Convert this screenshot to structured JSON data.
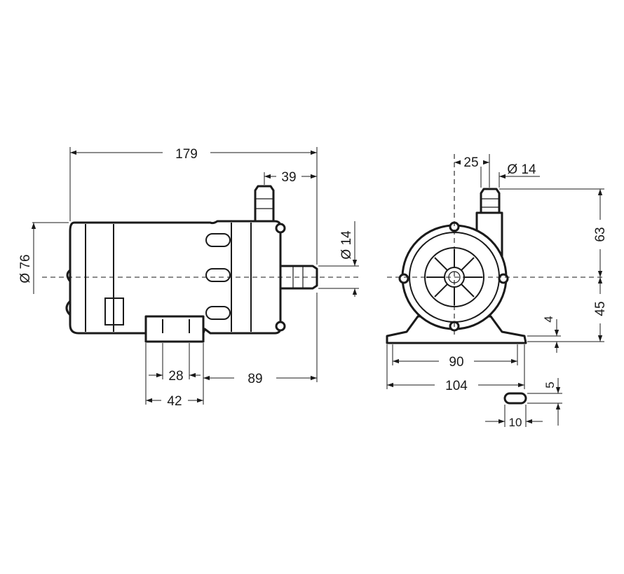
{
  "side_view": {
    "overall_length": "179",
    "outlet_offset": "39",
    "body_diameter": "Ø 76",
    "inlet_diameter": "Ø 14",
    "foot_inner": "28",
    "foot_outer": "42",
    "foot_to_inlet": "89"
  },
  "front_view": {
    "outlet_offset": "25",
    "outlet_diameter": "Ø 14",
    "height_above_axis": "63",
    "height_below_axis": "45",
    "foot_thickness": "4",
    "hole_spacing": "90",
    "base_width": "104",
    "slot_height": "5",
    "slot_length": "10"
  }
}
